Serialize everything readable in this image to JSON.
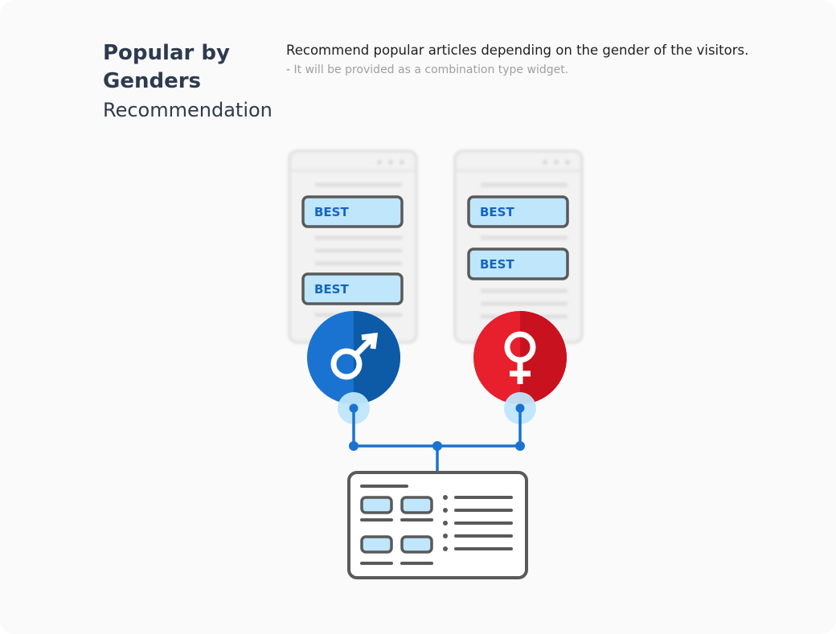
{
  "header": {
    "title_line1": "Popular by",
    "title_line2": "Genders",
    "subtitle": "Recommendation",
    "description": "Recommend popular articles depending on the gender of the visitors.",
    "note_dash": "-",
    "note": "It will be provided as a combination type widget."
  },
  "panels": {
    "male": {
      "badges": [
        "BEST",
        "BEST"
      ],
      "icon": "male-symbol-icon",
      "color": "#1565c0"
    },
    "female": {
      "badges": [
        "BEST",
        "BEST"
      ],
      "icon": "female-symbol-icon",
      "color": "#e01e2b"
    }
  },
  "widget": {
    "icon": "combination-widget-icon"
  },
  "colors": {
    "accent_blue": "#1565c0",
    "badge_fill": "#bfe6fb",
    "outline": "#5a5a5a",
    "female_red": "#e01e2b"
  }
}
